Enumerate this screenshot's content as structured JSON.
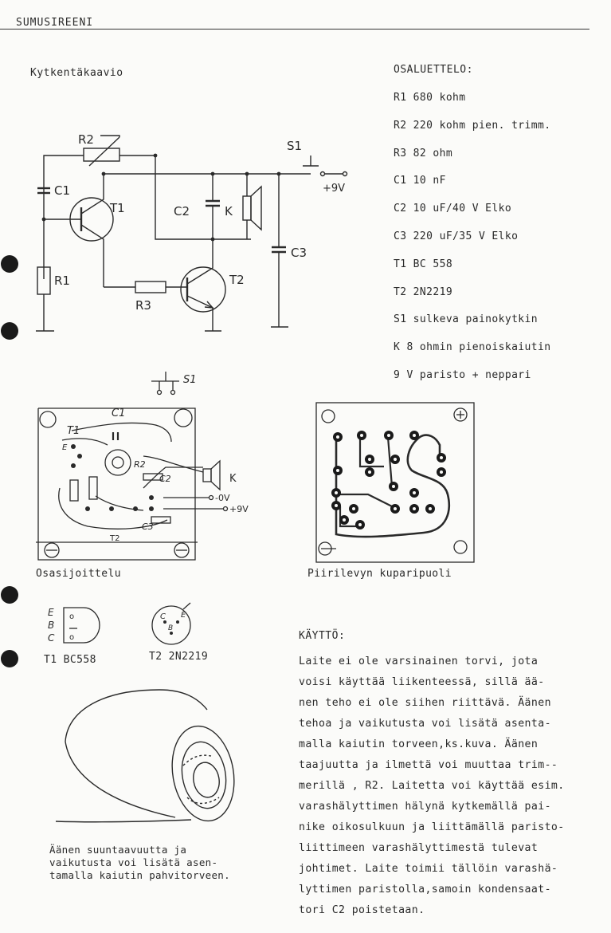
{
  "header": {
    "title": "SUMUSIREENI"
  },
  "schematic": {
    "title": "Kytkentäkaavio",
    "labels": {
      "r2": "R2",
      "c1": "C1",
      "t1": "T1",
      "c2": "C2",
      "k": "K",
      "s1": "S1",
      "plus9v": "+9V",
      "c3": "C3",
      "r1": "R1",
      "t2": "T2",
      "r3": "R3"
    }
  },
  "parts_list": {
    "title": "OSALUETTELO:",
    "items": [
      "R1 680 kohm",
      "R2 220 kohm  pien. trimm.",
      "R3  82 ohm",
      "C1  10 nF",
      "C2  10 uF/40 V Elko",
      "C3 220 uF/35 V Elko",
      "T1 BC 558",
      "T2 2N2219",
      "S1 sulkeva painokytkin",
      "K  8 ohmin pienoiskaiutin",
      "9 V paristo + neppari"
    ]
  },
  "layout_diagram": {
    "caption": "Osasijoittelu",
    "labels": {
      "s1": "S1",
      "c1": "C1",
      "t1": "T1",
      "e": "E",
      "r2": "R2",
      "c2": "C2",
      "k": "K",
      "minus0v": "-0V",
      "plus9v": "+9V",
      "c3": "C3",
      "t2": "T2"
    }
  },
  "copper_side": {
    "caption": "Piirilevyn kuparipuoli"
  },
  "transistors": {
    "t1_label": "T1 BC558",
    "t2_label": "T2 2N2219",
    "pins": {
      "e": "E",
      "b": "B",
      "c": "C"
    }
  },
  "horn": {
    "caption": [
      "Äänen suuntaavuutta ja",
      "vaikutusta voi lisätä asen-",
      "tamalla kaiutin pahvitorveen."
    ]
  },
  "usage": {
    "title": "KÄYTTÖ:",
    "lines": [
      "Laite ei ole varsinainen torvi, jota",
      "voisi käyttää liikenteessä, sillä ää-",
      "nen teho ei ole siihen riittävä. Äänen",
      "tehoa ja vaikutusta voi lisätä asenta-",
      "malla kaiutin torveen,ks.kuva. Äänen",
      "taajuutta ja ilmettä voi muuttaa trim--",
      "merillä , R2. Laitetta voi käyttää esim.",
      "varashälyttimen hälynä kytkemällä pai-",
      "nike oikosulkuun ja liittämällä paristo-",
      "liittimeen varashälyttimestä tulevat",
      "johtimet. Laite toimii tällöin varashä-",
      "lyttimen paristolla,samoin kondensaat-",
      "tori C2 poistetaan."
    ]
  }
}
